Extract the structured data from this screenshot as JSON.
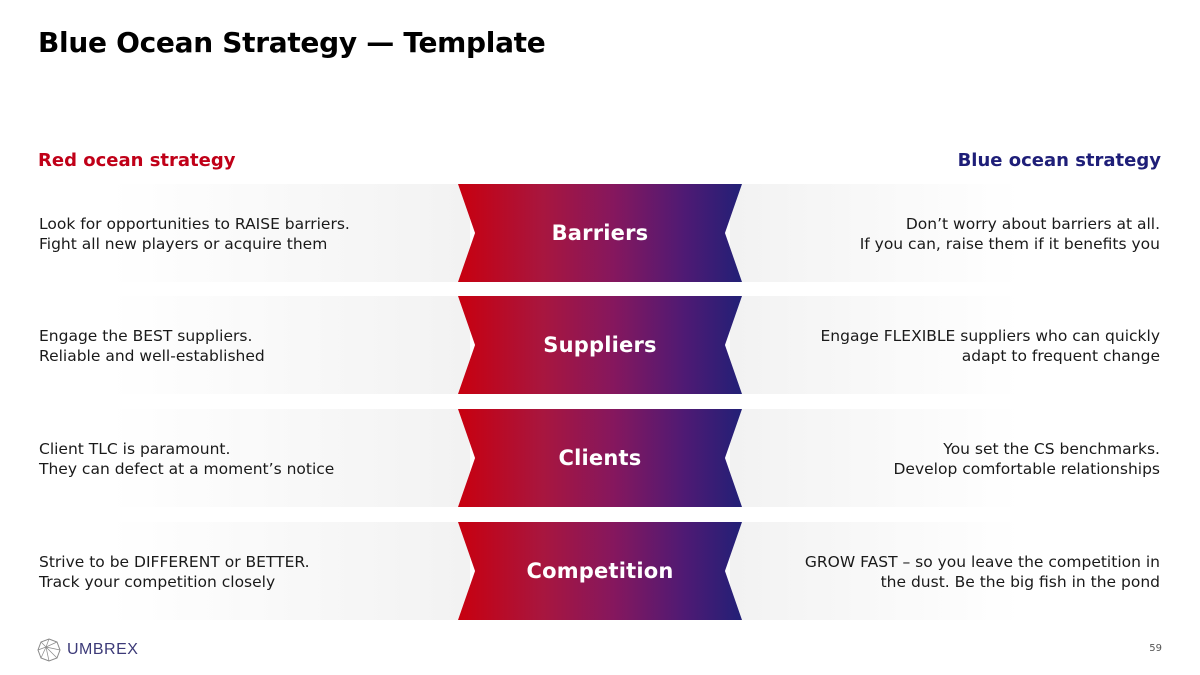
{
  "title": "Blue Ocean Strategy — Template",
  "columns": {
    "left_heading": "Red ocean strategy",
    "right_heading": "Blue ocean strategy"
  },
  "colors": {
    "red_accent": "#c00018",
    "blue_accent": "#1e1e78",
    "chevron_gradient_start": "#c8000f",
    "chevron_gradient_end": "#222076"
  },
  "rows": [
    {
      "label": "Barriers",
      "red_line1": "Look for opportunities to RAISE barriers.",
      "red_line2": "Fight all new players or acquire them",
      "blue_line1": "Don’t worry  about barriers at all.",
      "blue_line2": "If you can, raise them if it benefits you"
    },
    {
      "label": "Suppliers",
      "red_line1": "Engage the BEST suppliers.",
      "red_line2": "Reliable and well-established",
      "blue_line1": "Engage FLEXIBLE suppliers who can quickly",
      "blue_line2": "adapt to frequent change"
    },
    {
      "label": "Clients",
      "red_line1": "Client TLC is paramount.",
      "red_line2": "They can defect at a moment’s notice",
      "blue_line1": "You set the CS benchmarks.",
      "blue_line2": "Develop comfortable relationships"
    },
    {
      "label": "Competition",
      "red_line1": "Strive to be DIFFERENT or BETTER.",
      "red_line2": "Track your competition closely",
      "blue_line1": "GROW FAST – so you leave the competition in",
      "blue_line2": "the dust. Be the big fish in the pond"
    }
  ],
  "footer": {
    "logo_icon": "umbrex-polygon-icon",
    "logo_text": "UMBREX",
    "page_number": "59"
  }
}
